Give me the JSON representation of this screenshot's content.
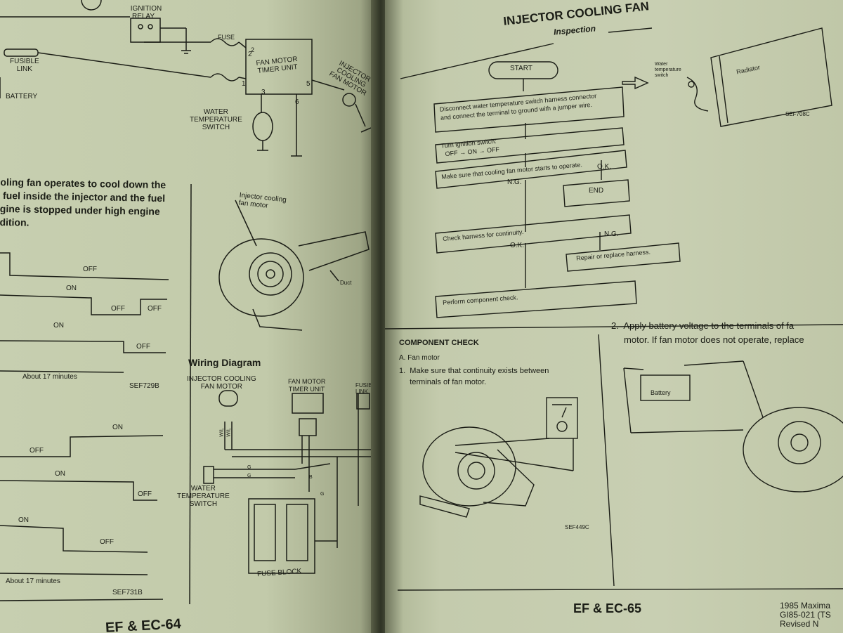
{
  "left_page": {
    "circuit": {
      "ignition_relay": "IGNITION\nRELAY",
      "fuse": "FUSE",
      "fusible_link": "FUSIBLE\nLINK",
      "battery": "BATTERY",
      "timer_unit": "FAN MOTOR\nTIMER UNIT",
      "fan_motor": "INJECTOR\nCOOLING\nFAN MOTOR",
      "water_switch": "WATER\nTEMPERATURE\nSWITCH",
      "pins": [
        "2",
        "1",
        "3",
        "6",
        "5"
      ]
    },
    "description": "oling fan operates to cool down the\n fuel inside the injector and the fuel\ngine is stopped under high engine\ndition.",
    "timing_chart_1": {
      "labels": [
        "OFF",
        "ON",
        "OFF",
        "OFF",
        "ON",
        "OFF",
        "About 17 minutes"
      ],
      "code": "SEF729B"
    },
    "timing_chart_2": {
      "labels": [
        "ON",
        "OFF",
        "ON",
        "OFF",
        "ON",
        "OFF",
        "About 17 minutes"
      ],
      "code": "SEF731B"
    },
    "fan_figure": {
      "label": "Injector cooling\nfan motor",
      "duct": "Duct"
    },
    "wiring": {
      "title": "Wiring Diagram",
      "fan_motor": "INJECTOR COOLING\nFAN MOTOR",
      "timer_unit": "FAN MOTOR\nTIMER UNIT",
      "fusible_link": "FUSIBLE\nLINK",
      "water_switch": "WATER\nTEMPERATURE\nSWITCH",
      "fuse_block": "FUSE BLOCK",
      "wire_colors": [
        "W/L",
        "W/L",
        "G",
        "G",
        "B",
        "G"
      ]
    },
    "page_number": "EF & EC-64"
  },
  "right_page": {
    "header": "INJECTOR COOLING FAN",
    "subheader": "Inspection",
    "flow": {
      "start": "START",
      "step1": "Disconnect water temperature switch harness connector\nand connect the terminal to ground with a jumper wire.",
      "step2": "Turn ignition switch:\n  OFF → ON → OFF",
      "step3": "Make sure that cooling fan motor starts to operate.",
      "ok1": "O.K.",
      "ng1": "N.G.",
      "end": "END",
      "step4": "Check harness for continuity.",
      "ng2": "N.G.",
      "ok2": "O.K.",
      "repair": "Repair or replace harness.",
      "step5": "Perform component check."
    },
    "radiator_figure": {
      "water_switch": "Water\ntemperature\nswitch",
      "radiator": "Radiator",
      "code": "SEF708C"
    },
    "component_check": {
      "title": "COMPONENT CHECK",
      "item_a": "A.  Fan motor",
      "item_1": "1.  Make sure that continuity exists between\n     terminals of fan motor.",
      "code": "SEF449C"
    },
    "step2_text": "2.  Apply battery voltage to the terminals of fa\n     motor. If fan motor does not operate, replace",
    "battery": "Battery",
    "page_number": "EF & EC-65",
    "footer": "1985 Maxima\nGI85-021 (TS\nRevised N"
  },
  "colors": {
    "paper": "#c6cdaf",
    "ink": "#1b1d16",
    "background": "#23281c"
  }
}
